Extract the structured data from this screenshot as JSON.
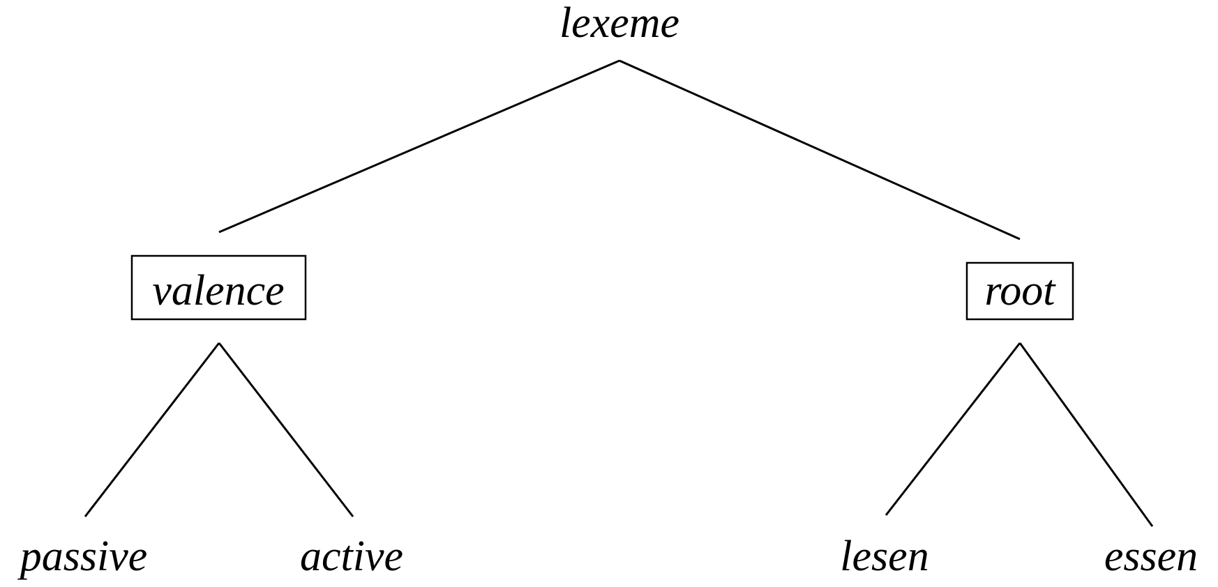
{
  "diagram": {
    "root": {
      "label": "lexeme"
    },
    "left_branch": {
      "label": "valence",
      "boxed": true,
      "children": [
        {
          "label": "passive"
        },
        {
          "label": "active"
        }
      ]
    },
    "right_branch": {
      "label": "root",
      "boxed": true,
      "children": [
        {
          "label": "lesen"
        },
        {
          "label": "essen"
        }
      ]
    }
  }
}
